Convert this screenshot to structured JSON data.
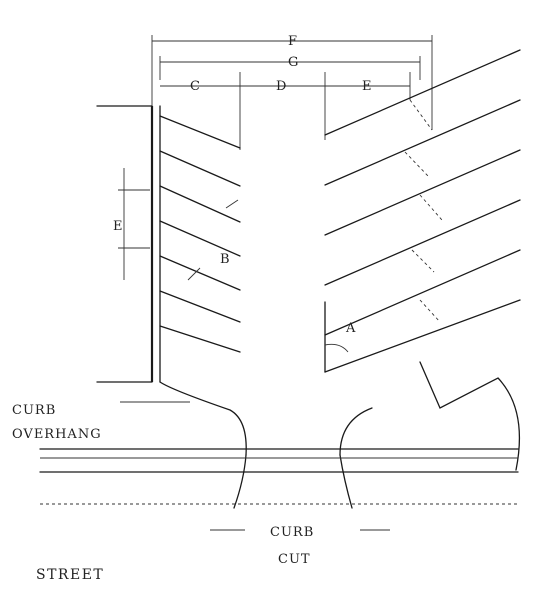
{
  "labels": {
    "F": "F",
    "G": "G",
    "C": "C",
    "D": "D",
    "E_top": "E",
    "E_side": "E",
    "B": "B",
    "A": "A",
    "curb_overhang_1": "CURB",
    "curb_overhang_2": "OVERHANG",
    "curb_cut_1": "CURB",
    "curb_cut_2": "CUT",
    "street": "STREET"
  },
  "colors": {
    "line": "#1a1a1a",
    "background": "#ffffff"
  }
}
